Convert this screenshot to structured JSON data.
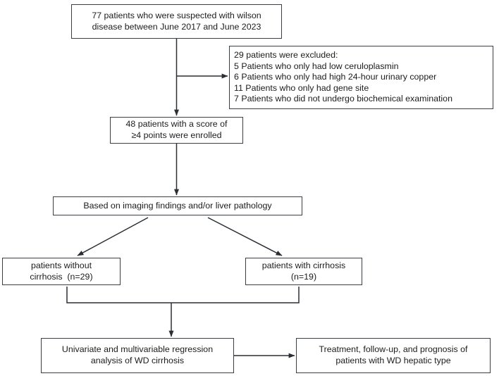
{
  "diagram": {
    "title": "Wilson disease patient selection flowchart",
    "line_color": "#3a3f45",
    "text_color": "#1c1c1c",
    "background": "#ffffff"
  },
  "nodes": {
    "suspected": {
      "lines": [
        "77 patients who were suspected with wilson",
        "disease between June 2017 and June 2023"
      ]
    },
    "excluded": {
      "lines": [
        "29 patients were excluded:",
        "5 Patients who only had low ceruloplasmin",
        "6 Patients who only had high 24-hour urinary copper",
        "11 Patients who only had gene site",
        "7 Patients who did not undergo biochemical examination"
      ]
    },
    "enrolled": {
      "lines": [
        "48 patients with a score of",
        "≥4 points were enrolled"
      ]
    },
    "basis": {
      "lines": [
        "Based on imaging findings and/or liver pathology"
      ]
    },
    "no_cirrhosis": {
      "lines": [
        "patients without",
        "cirrhosis  (n=29)"
      ]
    },
    "cirrhosis": {
      "lines": [
        "patients with cirrhosis",
        "(n=19)"
      ]
    },
    "regression": {
      "lines": [
        "Univariate and multivariable regression",
        "analysis of WD cirrhosis"
      ]
    },
    "treatment": {
      "lines": [
        "Treatment, follow-up, and prognosis of",
        "patients with WD hepatic type"
      ]
    }
  },
  "connectors": [
    {
      "name": "suspected-to-enrolled",
      "kind": "vertical-arrow"
    },
    {
      "name": "branch-to-excluded",
      "kind": "horizontal-arrow"
    },
    {
      "name": "enrolled-to-basis",
      "kind": "vertical-arrow"
    },
    {
      "name": "basis-to-no-cirrhosis",
      "kind": "diagonal-arrow"
    },
    {
      "name": "basis-to-cirrhosis",
      "kind": "diagonal-arrow"
    },
    {
      "name": "cirrhosis-merge-to-regression",
      "kind": "merge-arrow"
    },
    {
      "name": "regression-to-treatment",
      "kind": "horizontal-arrow"
    }
  ]
}
